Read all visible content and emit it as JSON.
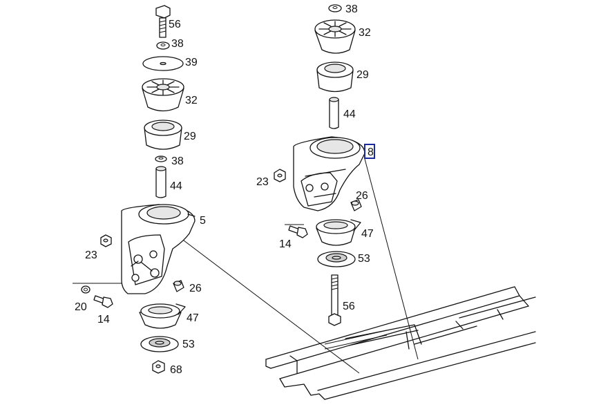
{
  "highlight_color": "#1a2a9c",
  "labels": {
    "l_56_top": "56",
    "l_38_a": "38",
    "l_39": "39",
    "l_32_left": "32",
    "l_29_left": "29",
    "l_38_b": "38",
    "l_44_left": "44",
    "l_5": "5",
    "l_23_left": "23",
    "l_26_left": "26",
    "l_20": "20",
    "l_14_left": "14",
    "l_47_left": "47",
    "l_53_left": "53",
    "l_68": "68",
    "r_38": "38",
    "r_32": "32",
    "r_29": "29",
    "r_44": "44",
    "r_8": "8",
    "r_23": "23",
    "r_26": "26",
    "r_14": "14",
    "r_47": "47",
    "r_53": "53",
    "r_56": "56"
  }
}
